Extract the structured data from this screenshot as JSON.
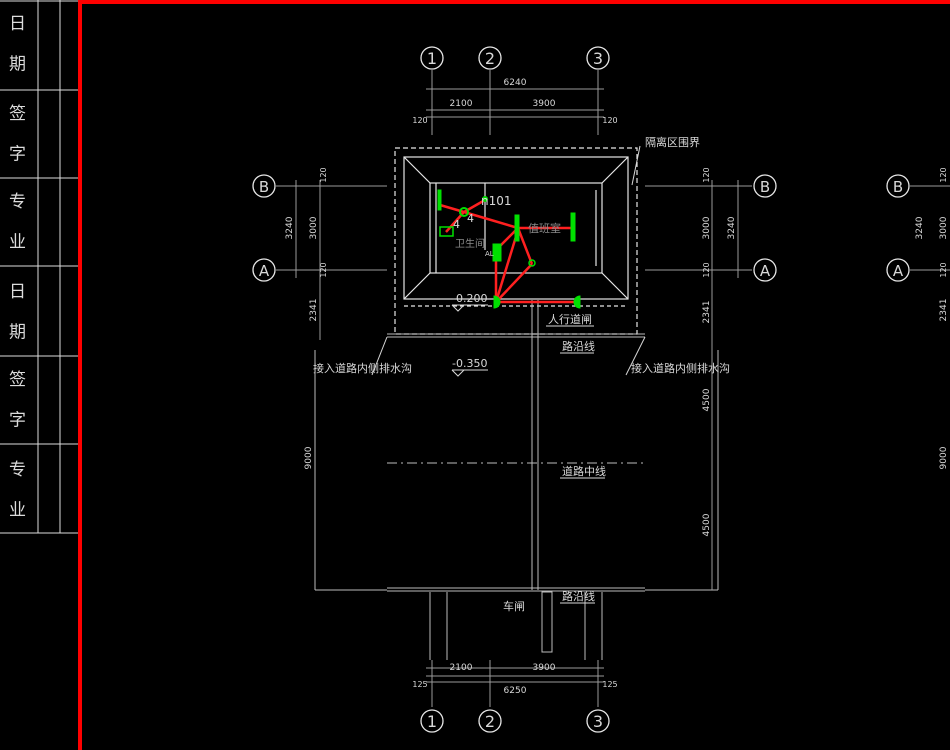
{
  "title_block": {
    "labels": [
      "日 期",
      "签 字",
      "专 业",
      "日 期",
      "签 字",
      "专 业"
    ]
  },
  "grid_axes": {
    "columns": [
      "1",
      "2",
      "3"
    ],
    "rows": [
      "B",
      "A"
    ]
  },
  "dimensions": {
    "top_total": "6240",
    "top_left": "2100",
    "top_right": "3900",
    "top_edge_left": "120",
    "top_edge_right": "120",
    "bottom_total": "6250",
    "bottom_left": "2100",
    "bottom_right": "3900",
    "bottom_edge_left": "125",
    "bottom_edge_right": "125",
    "left_outer": "3240",
    "left_inner": "3000",
    "left_120_top": "120",
    "left_120_bot": "120",
    "left_2341": "2341",
    "left_9000": "9000",
    "right_outer": "3240",
    "right_inner": "3000",
    "right_120_top": "120",
    "right_120_bot": "120",
    "right_2341": "2341",
    "right_4500_top": "4500",
    "right_4500_bot": "4500",
    "far_left_3240": "3240",
    "far_left_3000": "3000",
    "far_left_120a": "120",
    "far_left_120b": "120",
    "far_left_2341": "2341",
    "far_left_9000": "9000"
  },
  "annotations": {
    "fence": "隔离区围界",
    "room_number": "n101",
    "duty_room": "值班室",
    "toilet": "卫生间",
    "count_a": "4",
    "count_b": "4",
    "level_1": "-0.200",
    "level_2": "-0.350",
    "gate_ped": "人行道闸",
    "curb_top": "路沿线",
    "drain_left": "接入道路内侧排水沟",
    "drain_right": "接入道路内侧排水沟",
    "road_center": "道路中线",
    "barrier": "车闸",
    "curb_bottom": "路沿线",
    "device_label": "AL"
  },
  "colors": {
    "background": "#000000",
    "frame_red": "#ff0000",
    "wall_white": "#e6e6e6",
    "dim_gray": "#9a9a9a",
    "wire_red": "#ff2020",
    "equipment_green": "#00e000",
    "text": "#d8d8d8"
  }
}
